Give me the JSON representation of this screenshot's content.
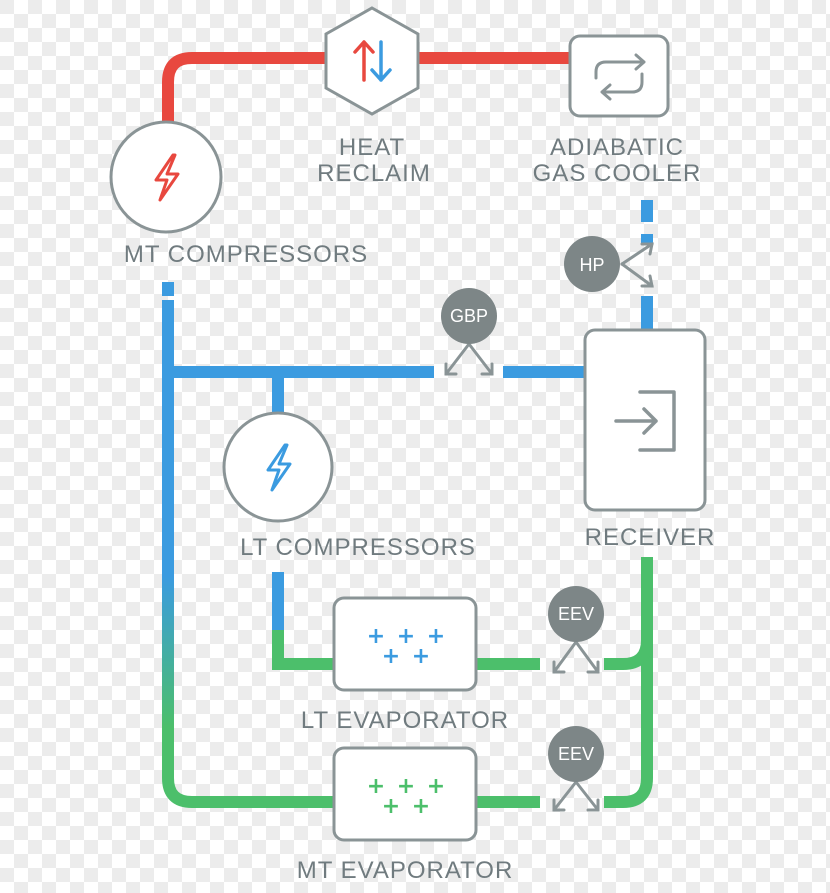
{
  "colors": {
    "hot": "#e8483f",
    "cold": "#3b9be0",
    "liquid": "#4cbf6b",
    "outline": "#8a9496",
    "text": "#707b7f",
    "valve_fill": "#7d8687"
  },
  "components": {
    "heat_reclaim": {
      "label_line1": "HEAT",
      "label_line2": "RECLAIM",
      "icon": "arrows-up-down-icon"
    },
    "gas_cooler": {
      "label_line1": "ADIABATIC",
      "label_line2": "GAS COOLER",
      "icon": "cycle-arrows-icon"
    },
    "mt_compressors": {
      "label": "MT COMPRESSORS",
      "icon": "lightning-bolt-icon"
    },
    "lt_compressors": {
      "label": "LT COMPRESSORS",
      "icon": "lightning-bolt-icon"
    },
    "receiver": {
      "label": "RECEIVER",
      "icon": "enter-arrow-icon"
    },
    "lt_evaporator": {
      "label": "LT EVAPORATOR",
      "icon": "plus-grid-icon"
    },
    "mt_evaporator": {
      "label": "MT EVAPORATOR",
      "icon": "plus-grid-icon"
    }
  },
  "valves": {
    "hp": "HP",
    "gbp": "GBP",
    "eev_lt": "EEV",
    "eev_mt": "EEV"
  }
}
